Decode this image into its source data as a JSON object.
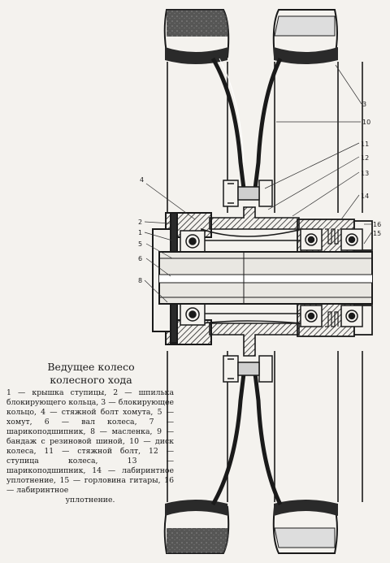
{
  "caption": {
    "line1": "Ведущее колесо",
    "line2": "колесного хода"
  },
  "legend": {
    "text": "1 — крышка ступицы, 2 — шпилька блокирующего кольца, 3 — блокирующее кольцо, 4 — стяжной болт хомута, 5 — хомут, 6 — вал колеса, 7 — шарикоподшипник, 8 — масленка, 9 — бандаж с резиновой шиной, 10 — диск колеса, 11 — стяжной болт, 12 — ступица колеса, 13 — шарикоподшипник, 14 — лабиринтное уплотнение, 15 — горловина гитары, 16 — лабиринтное",
    "last": "уплотнение."
  },
  "callouts": {
    "c3": "3",
    "c10": "10",
    "c11": "11",
    "c12": "12",
    "c13": "13",
    "c14": "14",
    "c16": "16",
    "c15": "15",
    "c4": "4",
    "c2": "2",
    "c1": "1",
    "c5": "5",
    "c6": "6",
    "c8": "8"
  },
  "colors": {
    "ink": "#1a1a1a",
    "paper": "#f4f2ee",
    "rubber": "#2a2a2a"
  }
}
